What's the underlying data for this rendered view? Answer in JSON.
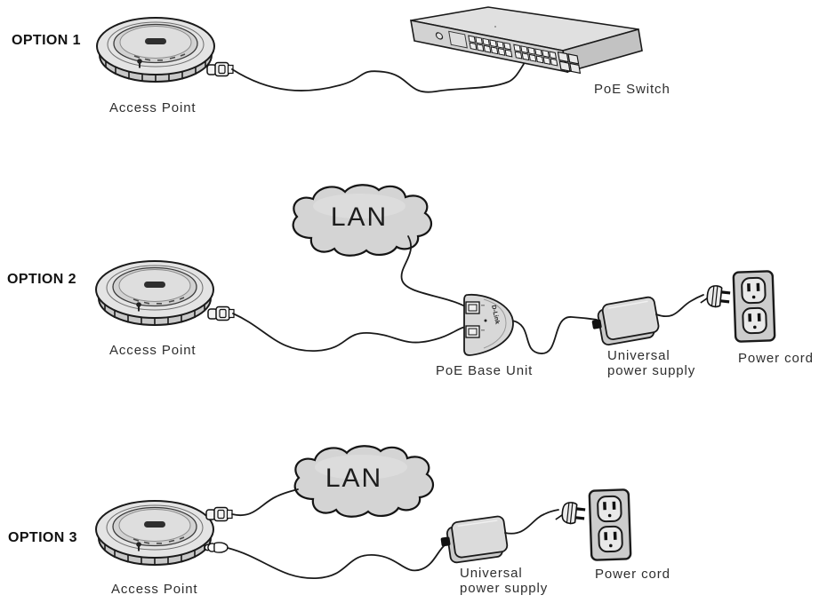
{
  "page": {
    "background": "#ffffff"
  },
  "colors": {
    "line": "#1a1a1a",
    "device_fill": "#dcdcdc",
    "device_shade": "#c6c6c6",
    "cloud_fill": "#d4d4d4",
    "text": "#2e2e2e"
  },
  "options": [
    {
      "label": "OPTION 1",
      "access_point_label": "Access Point",
      "poe_switch_label": "PoE Switch"
    },
    {
      "label": "OPTION 2",
      "access_point_label": "Access Point",
      "lan_label": "LAN",
      "poe_base_unit_label": "PoE Base Unit",
      "poe_base_unit_brand": "D-Link",
      "power_supply_label_line1": "Universal",
      "power_supply_label_line2": "power supply",
      "power_cord_label": "Power cord"
    },
    {
      "label": "OPTION 3",
      "access_point_label": "Access Point",
      "lan_label": "LAN",
      "power_supply_label_line1": "Universal",
      "power_supply_label_line2": "power supply",
      "power_cord_label": "Power cord"
    }
  ]
}
